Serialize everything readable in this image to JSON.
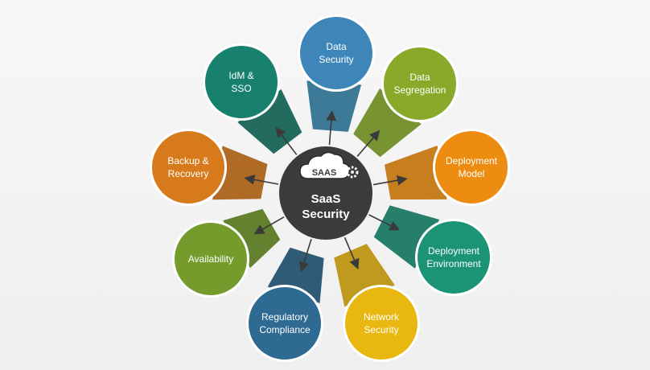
{
  "center": {
    "logo_text": "SAAS",
    "title_line1": "SaaS",
    "title_line2": "Security",
    "color": "#3b3b3b"
  },
  "nodes": [
    {
      "id": "data-security",
      "lines": [
        "Data",
        "Security"
      ],
      "color": "#3e86ba",
      "connector": "#2c6f8f"
    },
    {
      "id": "data-segregation",
      "lines": [
        "Data",
        "Segregation"
      ],
      "color": "#88a92a",
      "connector": "#6d8a1f"
    },
    {
      "id": "deployment-model",
      "lines": [
        "Deployment",
        "Model"
      ],
      "color": "#ec8d11",
      "connector": "#c2740c"
    },
    {
      "id": "deployment-environment",
      "lines": [
        "Deployment",
        "Environment"
      ],
      "color": "#1b9476",
      "connector": "#157560"
    },
    {
      "id": "network-security",
      "lines": [
        "Network",
        "Security"
      ],
      "color": "#e8b811",
      "connector": "#bb930c"
    },
    {
      "id": "regulatory-compliance",
      "lines": [
        "Regulatory",
        "Compliance"
      ],
      "color": "#2e6a91",
      "connector": "#1f4e6d"
    },
    {
      "id": "availability",
      "lines": [
        "Availability"
      ],
      "color": "#759b2c",
      "connector": "#58771f"
    },
    {
      "id": "backup-recovery",
      "lines": [
        "Backup &",
        "Recovery"
      ],
      "color": "#d77a1c",
      "connector": "#a95e14"
    },
    {
      "id": "idm-sso",
      "lines": [
        "IdM &",
        "SSO"
      ],
      "color": "#17806e",
      "connector": "#0f5e50"
    }
  ]
}
